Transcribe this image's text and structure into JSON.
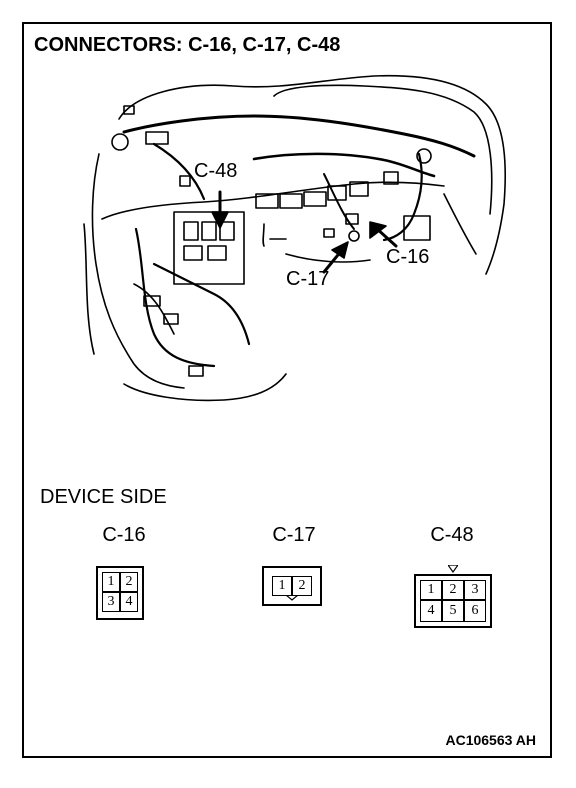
{
  "title": "CONNECTORS: C-16, C-17, C-48",
  "callouts": {
    "c48": "C-48",
    "c17": "C-17",
    "c16": "C-16"
  },
  "device_side": "DEVICE SIDE",
  "connectors": [
    {
      "label": "C-16",
      "pins": [
        "1",
        "2",
        "3",
        "4"
      ]
    },
    {
      "label": "C-17",
      "pins": [
        "1",
        "2"
      ]
    },
    {
      "label": "C-48",
      "pins": [
        "1",
        "2",
        "3",
        "4",
        "5",
        "6"
      ]
    }
  ],
  "code": "AC106563 AH"
}
